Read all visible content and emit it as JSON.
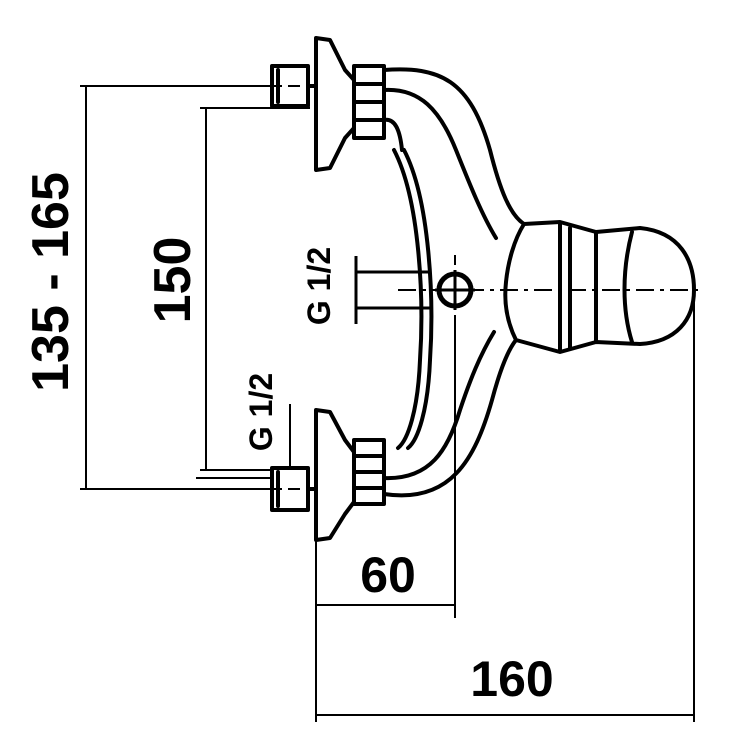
{
  "drawing": {
    "dimensions": {
      "range_height": "135 - 165",
      "center_distance": "150",
      "spout_offset": "60",
      "total_depth": "160"
    },
    "threads": {
      "lower_inlet": "G 1/2",
      "outlet": "G 1/2"
    }
  }
}
